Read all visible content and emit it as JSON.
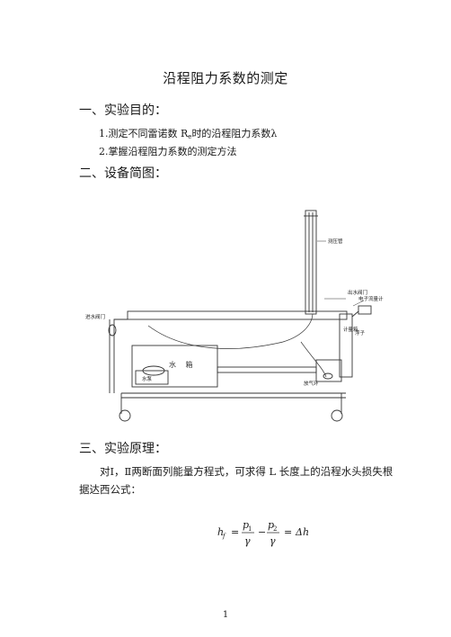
{
  "title": "沿程阻力系数的测定",
  "section1": {
    "heading": "一、实验目的：",
    "items": [
      "1.测定不同雷诺数 R",
      "e",
      "时的沿程阻力系数λ",
      "2.掌握沿程阻力系数的测定方法"
    ]
  },
  "section2": {
    "heading": "二、设备简图："
  },
  "diagram": {
    "labels": {
      "manometer": "测压管",
      "outlet_valve": "出水阀门",
      "flowmeter": "电子流量计",
      "inlet_valve": "进水阀门",
      "metering_tank": "计量箱",
      "float": "浮子",
      "water_tank": "水 箱",
      "pump": "水泵",
      "air_valve": "放气环"
    }
  },
  "section3": {
    "heading": "三、实验原理：",
    "text": "对Ⅰ，Ⅱ两断面列能量方程式，可求得 L 长度上的沿程水头损失根据达西公式："
  },
  "formula": {
    "lhs": "h",
    "lhs_sub": "f",
    "p1": "p",
    "p1_sub": "1",
    "p2": "p",
    "p2_sub": "2",
    "gamma": "γ",
    "rhs": "Δh"
  },
  "page_number": "1"
}
